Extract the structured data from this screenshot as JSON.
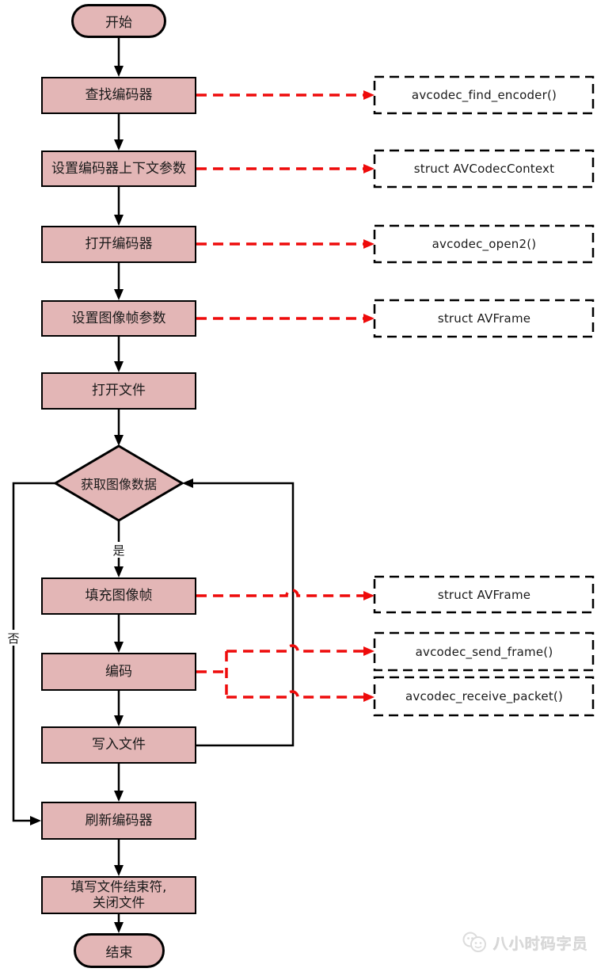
{
  "diagram": {
    "nodes": {
      "start": {
        "label": "开始"
      },
      "find_encoder": {
        "label": "查找编码器"
      },
      "set_context": {
        "label": "设置编码器上下文参数"
      },
      "open_encoder": {
        "label": "打开编码器"
      },
      "set_frame_params": {
        "label": "设置图像帧参数"
      },
      "open_file": {
        "label": "打开文件"
      },
      "get_image_data": {
        "label": "获取图像数据"
      },
      "fill_frame": {
        "label": "填充图像帧"
      },
      "encode": {
        "label": "编码"
      },
      "write_file": {
        "label": "写入文件"
      },
      "flush_encoder": {
        "label": "刷新编码器"
      },
      "write_eof_close": {
        "label": "填写文件结束符,\n关闭文件"
      },
      "end": {
        "label": "结束"
      }
    },
    "branch_labels": {
      "yes": "是",
      "no": "否"
    },
    "api_notes": {
      "find_encoder": "avcodec_find_encoder()",
      "codec_context": "struct AVCodecContext",
      "open2": "avcodec_open2()",
      "avframe_params": "struct AVFrame",
      "avframe_fill": "struct AVFrame",
      "send_frame": "avcodec_send_frame()",
      "receive_packet": "avcodec_receive_packet()"
    },
    "colors": {
      "node_fill": "#e3b6b6",
      "node_border": "#000000",
      "connector": "#000000",
      "api_connector": "#ee0b0b",
      "text": "#1a1a1a",
      "watermark": "#d9d9d9"
    }
  },
  "watermark": {
    "text": "八小时码字员"
  }
}
